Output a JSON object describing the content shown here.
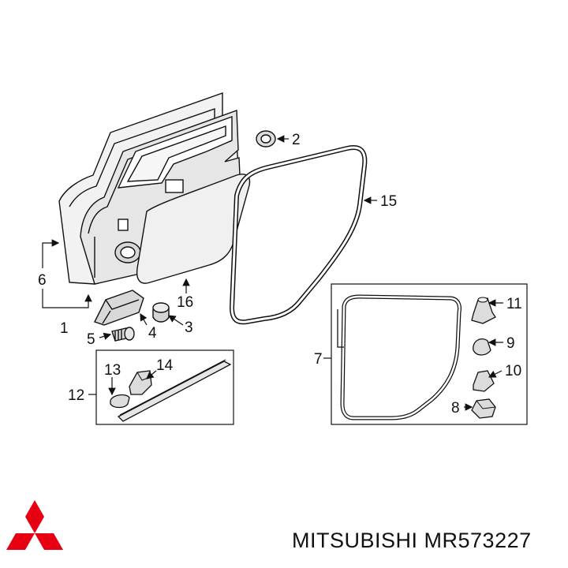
{
  "brand": {
    "name": "MITSUBISHI",
    "part_number": "MR573227",
    "logo_color": "#e60012"
  },
  "colors": {
    "line": "#111111",
    "part_fill": "#eeeeee",
    "part_shade": "#cccccc",
    "box_stroke": "#111111"
  },
  "callouts": {
    "c1": "1",
    "c2": "2",
    "c3": "3",
    "c4": "4",
    "c5": "5",
    "c6": "6",
    "c7": "7",
    "c8": "8",
    "c9": "9",
    "c10": "10",
    "c11": "11",
    "c12": "12",
    "c13": "13",
    "c14": "14",
    "c15": "15",
    "c16": "16"
  }
}
